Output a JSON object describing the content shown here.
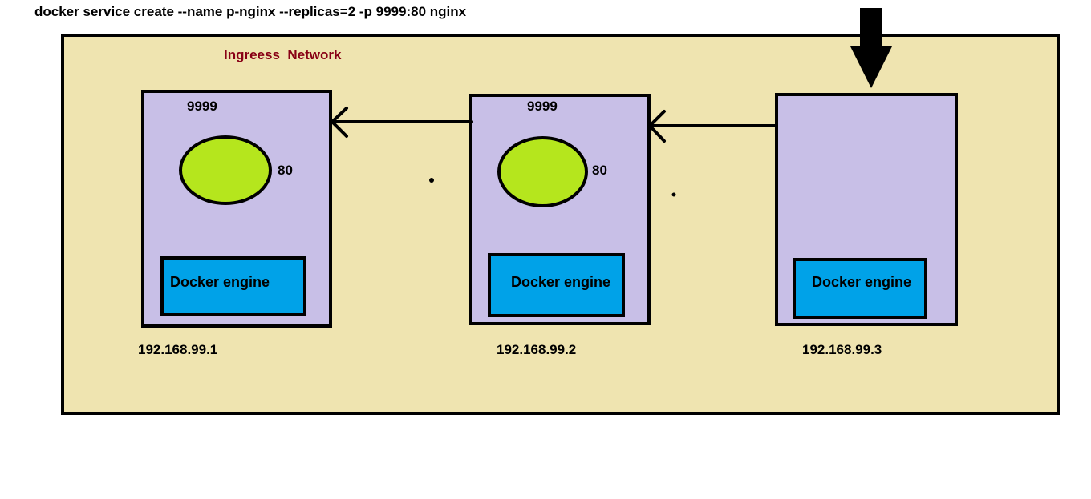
{
  "command": "docker service create --name p-nginx --replicas=2 -p 9999:80 nginx",
  "network": {
    "label": "Ingreess  Network"
  },
  "nodes": [
    {
      "ip": "192.168.99.1",
      "published_port": "9999",
      "container_port": "80",
      "engine_label": "Docker engine",
      "has_container": true
    },
    {
      "ip": "192.168.99.2",
      "published_port": "9999",
      "container_port": "80",
      "engine_label": "Docker engine",
      "has_container": true
    },
    {
      "ip": "192.168.99.3",
      "engine_label": "Docker engine",
      "has_container": false
    }
  ],
  "colors": {
    "background": "#ffffff",
    "network_fill": "#efe4b0",
    "network_label": "#880015",
    "node_fill": "#c8bfe7",
    "container_fill": "#b5e61d",
    "engine_fill": "#00a2e8",
    "stroke": "#000000"
  },
  "icons": {
    "incoming_request": "down-arrow-icon",
    "routing": "left-arrow-icon"
  }
}
